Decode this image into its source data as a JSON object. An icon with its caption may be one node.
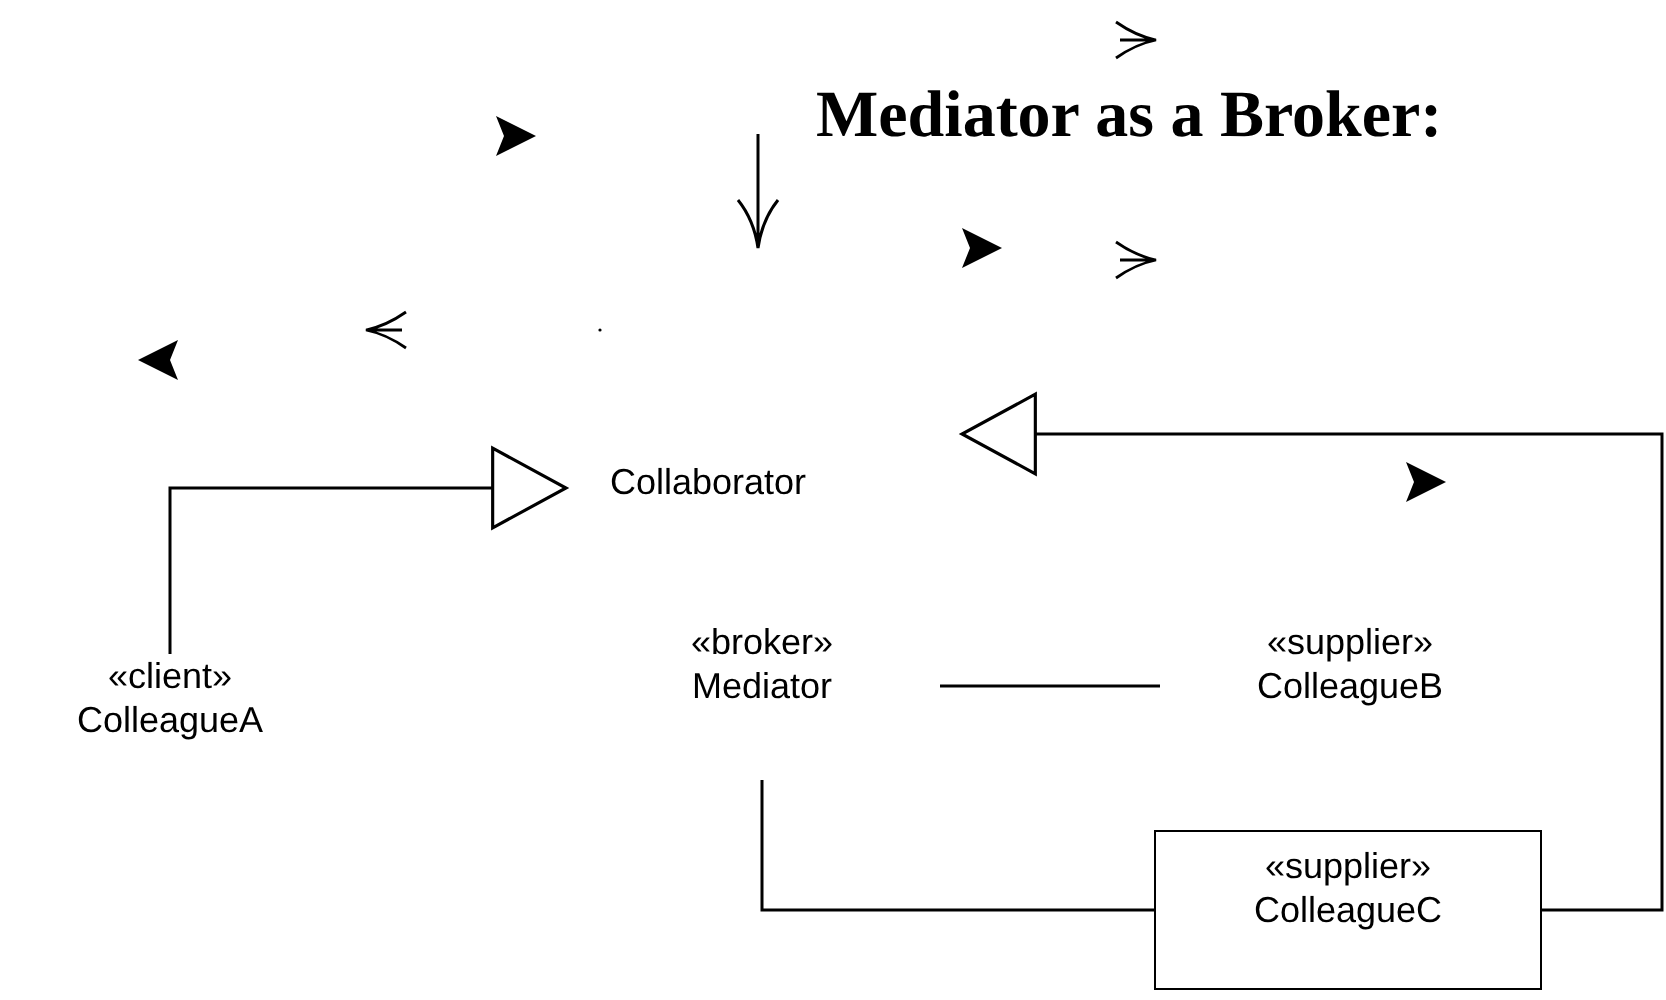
{
  "diagram": {
    "title": "Mediator as a Broker:",
    "nodes": [
      {
        "text": [
          "Collaborator"
        ]
      },
      {
        "text": [
          "«client»",
          "ColleagueA"
        ]
      },
      {
        "text": [
          "«broker»",
          "Mediator"
        ]
      },
      {
        "text": [
          "«supplier»",
          "ColleagueB"
        ]
      },
      {
        "text": [
          "«supplier»",
          "ColleagueC"
        ]
      }
    ],
    "edges": [
      {
        "from": 1,
        "to": 0,
        "arrow": "to"
      },
      {
        "from": 4,
        "to": 0,
        "arrow": "to"
      },
      {
        "from": 2,
        "to": 3,
        "arrow": "none"
      },
      {
        "from": 2,
        "to": 4,
        "arrow": "none"
      }
    ]
  }
}
